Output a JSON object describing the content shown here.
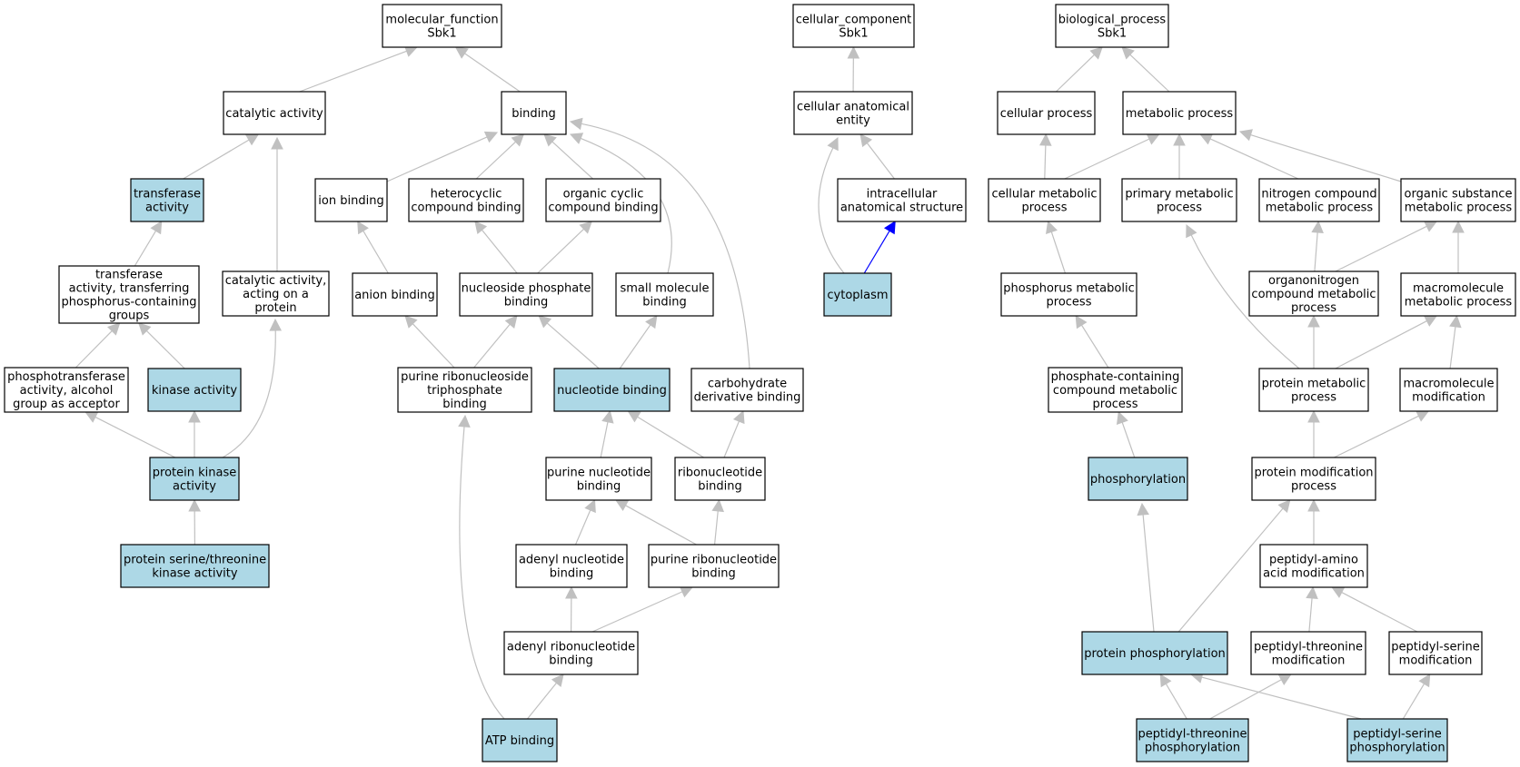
{
  "colors": {
    "highlight_fill": "#add8e6",
    "plain_fill": "#ffffff",
    "edge": "#c0c0c0",
    "highlight_edge": "#0000ff"
  },
  "nodes": {
    "mf_root": {
      "lines": [
        "molecular_function",
        "Sbk1"
      ],
      "highlight": false
    },
    "catalytic_activity": {
      "lines": [
        "catalytic activity"
      ],
      "highlight": false
    },
    "binding": {
      "lines": [
        "binding"
      ],
      "highlight": false
    },
    "transferase_activity": {
      "lines": [
        "transferase",
        "activity"
      ],
      "highlight": true
    },
    "ion_binding": {
      "lines": [
        "ion binding"
      ],
      "highlight": false
    },
    "heterocyclic_compound_binding": {
      "lines": [
        "heterocyclic",
        "compound binding"
      ],
      "highlight": false
    },
    "organic_cyclic_compound_binding": {
      "lines": [
        "organic cyclic",
        "compound binding"
      ],
      "highlight": false
    },
    "transferase_phosphorus": {
      "lines": [
        "transferase",
        "activity, transferring",
        "phosphorus-containing",
        "groups"
      ],
      "highlight": false
    },
    "catalytic_on_protein": {
      "lines": [
        "catalytic activity,",
        "acting on a",
        "protein"
      ],
      "highlight": false
    },
    "anion_binding": {
      "lines": [
        "anion binding"
      ],
      "highlight": false
    },
    "nucleoside_phosphate_binding": {
      "lines": [
        "nucleoside phosphate",
        "binding"
      ],
      "highlight": false
    },
    "small_molecule_binding": {
      "lines": [
        "small molecule",
        "binding"
      ],
      "highlight": false
    },
    "phosphotransferase_alcohol": {
      "lines": [
        "phosphotransferase",
        "activity, alcohol",
        "group as acceptor"
      ],
      "highlight": false
    },
    "kinase_activity": {
      "lines": [
        "kinase activity"
      ],
      "highlight": true
    },
    "purine_ribonucleoside_triphosphate_binding": {
      "lines": [
        "purine ribonucleoside",
        "triphosphate",
        "binding"
      ],
      "highlight": false
    },
    "nucleotide_binding": {
      "lines": [
        "nucleotide binding"
      ],
      "highlight": true
    },
    "carbohydrate_derivative_binding": {
      "lines": [
        "carbohydrate",
        "derivative binding"
      ],
      "highlight": false
    },
    "protein_kinase_activity": {
      "lines": [
        "protein kinase",
        "activity"
      ],
      "highlight": true
    },
    "purine_nucleotide_binding": {
      "lines": [
        "purine nucleotide",
        "binding"
      ],
      "highlight": false
    },
    "ribonucleotide_binding": {
      "lines": [
        "ribonucleotide",
        "binding"
      ],
      "highlight": false
    },
    "protein_serine_threonine_kinase": {
      "lines": [
        "protein serine/threonine",
        "kinase activity"
      ],
      "highlight": true
    },
    "adenyl_nucleotide_binding": {
      "lines": [
        "adenyl nucleotide",
        "binding"
      ],
      "highlight": false
    },
    "purine_ribonucleotide_binding": {
      "lines": [
        "purine ribonucleotide",
        "binding"
      ],
      "highlight": false
    },
    "adenyl_ribonucleotide_binding": {
      "lines": [
        "adenyl ribonucleotide",
        "binding"
      ],
      "highlight": false
    },
    "atp_binding": {
      "lines": [
        "ATP binding"
      ],
      "highlight": true
    },
    "cc_root": {
      "lines": [
        "cellular_component",
        "Sbk1"
      ],
      "highlight": false
    },
    "cellular_anatomical_entity": {
      "lines": [
        "cellular anatomical",
        "entity"
      ],
      "highlight": false
    },
    "intracellular_anatomical_structure": {
      "lines": [
        "intracellular",
        "anatomical structure"
      ],
      "highlight": false
    },
    "cytoplasm": {
      "lines": [
        "cytoplasm"
      ],
      "highlight": true
    },
    "bp_root": {
      "lines": [
        "biological_process",
        "Sbk1"
      ],
      "highlight": false
    },
    "cellular_process": {
      "lines": [
        "cellular process"
      ],
      "highlight": false
    },
    "metabolic_process": {
      "lines": [
        "metabolic process"
      ],
      "highlight": false
    },
    "cellular_metabolic_process": {
      "lines": [
        "cellular metabolic",
        "process"
      ],
      "highlight": false
    },
    "primary_metabolic_process": {
      "lines": [
        "primary metabolic",
        "process"
      ],
      "highlight": false
    },
    "nitrogen_compound_metabolic_process": {
      "lines": [
        "nitrogen compound",
        "metabolic process"
      ],
      "highlight": false
    },
    "organic_substance_metabolic_process": {
      "lines": [
        "organic substance",
        "metabolic process"
      ],
      "highlight": false
    },
    "phosphorus_metabolic_process": {
      "lines": [
        "phosphorus metabolic",
        "process"
      ],
      "highlight": false
    },
    "organonitrogen_compound_metabolic_process": {
      "lines": [
        "organonitrogen",
        "compound metabolic",
        "process"
      ],
      "highlight": false
    },
    "macromolecule_metabolic_process": {
      "lines": [
        "macromolecule",
        "metabolic process"
      ],
      "highlight": false
    },
    "phosphate_containing_compound_metabolic_process": {
      "lines": [
        "phosphate-containing",
        "compound metabolic",
        "process"
      ],
      "highlight": false
    },
    "protein_metabolic_process": {
      "lines": [
        "protein metabolic",
        "process"
      ],
      "highlight": false
    },
    "macromolecule_modification": {
      "lines": [
        "macromolecule",
        "modification"
      ],
      "highlight": false
    },
    "phosphorylation": {
      "lines": [
        "phosphorylation"
      ],
      "highlight": true
    },
    "protein_modification_process": {
      "lines": [
        "protein modification",
        "process"
      ],
      "highlight": false
    },
    "peptidyl_amino_acid_modification": {
      "lines": [
        "peptidyl-amino",
        "acid modification"
      ],
      "highlight": false
    },
    "protein_phosphorylation": {
      "lines": [
        "protein phosphorylation"
      ],
      "highlight": true
    },
    "peptidyl_threonine_modification": {
      "lines": [
        "peptidyl-threonine",
        "modification"
      ],
      "highlight": false
    },
    "peptidyl_serine_modification": {
      "lines": [
        "peptidyl-serine",
        "modification"
      ],
      "highlight": false
    },
    "peptidyl_threonine_phosphorylation": {
      "lines": [
        "peptidyl-threonine",
        "phosphorylation"
      ],
      "highlight": true
    },
    "peptidyl_serine_phosphorylation": {
      "lines": [
        "peptidyl-serine",
        "phosphorylation"
      ],
      "highlight": true
    }
  },
  "edges": [
    {
      "from": "catalytic_activity",
      "to": "mf_root"
    },
    {
      "from": "binding",
      "to": "mf_root"
    },
    {
      "from": "transferase_activity",
      "to": "catalytic_activity"
    },
    {
      "from": "catalytic_on_protein",
      "to": "catalytic_activity"
    },
    {
      "from": "ion_binding",
      "to": "binding"
    },
    {
      "from": "heterocyclic_compound_binding",
      "to": "binding"
    },
    {
      "from": "organic_cyclic_compound_binding",
      "to": "binding"
    },
    {
      "from": "small_molecule_binding",
      "to": "binding"
    },
    {
      "from": "carbohydrate_derivative_binding",
      "to": "binding"
    },
    {
      "from": "transferase_phosphorus",
      "to": "transferase_activity"
    },
    {
      "from": "phosphotransferase_alcohol",
      "to": "transferase_phosphorus"
    },
    {
      "from": "kinase_activity",
      "to": "transferase_phosphorus"
    },
    {
      "from": "protein_kinase_activity",
      "to": "phosphotransferase_alcohol"
    },
    {
      "from": "protein_kinase_activity",
      "to": "kinase_activity"
    },
    {
      "from": "protein_kinase_activity",
      "to": "catalytic_on_protein"
    },
    {
      "from": "protein_serine_threonine_kinase",
      "to": "protein_kinase_activity"
    },
    {
      "from": "anion_binding",
      "to": "ion_binding"
    },
    {
      "from": "nucleoside_phosphate_binding",
      "to": "heterocyclic_compound_binding"
    },
    {
      "from": "nucleoside_phosphate_binding",
      "to": "organic_cyclic_compound_binding"
    },
    {
      "from": "purine_ribonucleoside_triphosphate_binding",
      "to": "anion_binding"
    },
    {
      "from": "purine_ribonucleoside_triphosphate_binding",
      "to": "nucleoside_phosphate_binding"
    },
    {
      "from": "nucleotide_binding",
      "to": "nucleoside_phosphate_binding"
    },
    {
      "from": "nucleotide_binding",
      "to": "small_molecule_binding"
    },
    {
      "from": "purine_nucleotide_binding",
      "to": "nucleotide_binding"
    },
    {
      "from": "ribonucleotide_binding",
      "to": "nucleotide_binding"
    },
    {
      "from": "ribonucleotide_binding",
      "to": "carbohydrate_derivative_binding"
    },
    {
      "from": "adenyl_nucleotide_binding",
      "to": "purine_nucleotide_binding"
    },
    {
      "from": "purine_ribonucleotide_binding",
      "to": "purine_nucleotide_binding"
    },
    {
      "from": "purine_ribonucleotide_binding",
      "to": "ribonucleotide_binding"
    },
    {
      "from": "adenyl_ribonucleotide_binding",
      "to": "adenyl_nucleotide_binding"
    },
    {
      "from": "adenyl_ribonucleotide_binding",
      "to": "purine_ribonucleotide_binding"
    },
    {
      "from": "atp_binding",
      "to": "adenyl_ribonucleotide_binding"
    },
    {
      "from": "atp_binding",
      "to": "purine_ribonucleoside_triphosphate_binding"
    },
    {
      "from": "cellular_anatomical_entity",
      "to": "cc_root"
    },
    {
      "from": "intracellular_anatomical_structure",
      "to": "cellular_anatomical_entity"
    },
    {
      "from": "cytoplasm",
      "to": "intracellular_anatomical_structure",
      "highlight": true
    },
    {
      "from": "cytoplasm",
      "to": "cellular_anatomical_entity"
    },
    {
      "from": "cellular_process",
      "to": "bp_root"
    },
    {
      "from": "metabolic_process",
      "to": "bp_root"
    },
    {
      "from": "cellular_metabolic_process",
      "to": "cellular_process"
    },
    {
      "from": "cellular_metabolic_process",
      "to": "metabolic_process"
    },
    {
      "from": "primary_metabolic_process",
      "to": "metabolic_process"
    },
    {
      "from": "nitrogen_compound_metabolic_process",
      "to": "metabolic_process"
    },
    {
      "from": "organic_substance_metabolic_process",
      "to": "metabolic_process"
    },
    {
      "from": "phosphorus_metabolic_process",
      "to": "cellular_metabolic_process"
    },
    {
      "from": "organonitrogen_compound_metabolic_process",
      "to": "nitrogen_compound_metabolic_process"
    },
    {
      "from": "organonitrogen_compound_metabolic_process",
      "to": "organic_substance_metabolic_process"
    },
    {
      "from": "macromolecule_metabolic_process",
      "to": "organic_substance_metabolic_process"
    },
    {
      "from": "phosphate_containing_compound_metabolic_process",
      "to": "phosphorus_metabolic_process"
    },
    {
      "from": "protein_metabolic_process",
      "to": "primary_metabolic_process"
    },
    {
      "from": "protein_metabolic_process",
      "to": "organonitrogen_compound_metabolic_process"
    },
    {
      "from": "protein_metabolic_process",
      "to": "macromolecule_metabolic_process"
    },
    {
      "from": "macromolecule_modification",
      "to": "macromolecule_metabolic_process"
    },
    {
      "from": "phosphorylation",
      "to": "phosphate_containing_compound_metabolic_process"
    },
    {
      "from": "protein_modification_process",
      "to": "protein_metabolic_process"
    },
    {
      "from": "protein_modification_process",
      "to": "macromolecule_modification"
    },
    {
      "from": "peptidyl_amino_acid_modification",
      "to": "protein_modification_process"
    },
    {
      "from": "protein_phosphorylation",
      "to": "phosphorylation"
    },
    {
      "from": "protein_phosphorylation",
      "to": "protein_modification_process"
    },
    {
      "from": "peptidyl_threonine_modification",
      "to": "peptidyl_amino_acid_modification"
    },
    {
      "from": "peptidyl_serine_modification",
      "to": "peptidyl_amino_acid_modification"
    },
    {
      "from": "peptidyl_threonine_phosphorylation",
      "to": "protein_phosphorylation"
    },
    {
      "from": "peptidyl_threonine_phosphorylation",
      "to": "peptidyl_threonine_modification"
    },
    {
      "from": "peptidyl_serine_phosphorylation",
      "to": "protein_phosphorylation"
    },
    {
      "from": "peptidyl_serine_phosphorylation",
      "to": "peptidyl_serine_modification"
    }
  ]
}
